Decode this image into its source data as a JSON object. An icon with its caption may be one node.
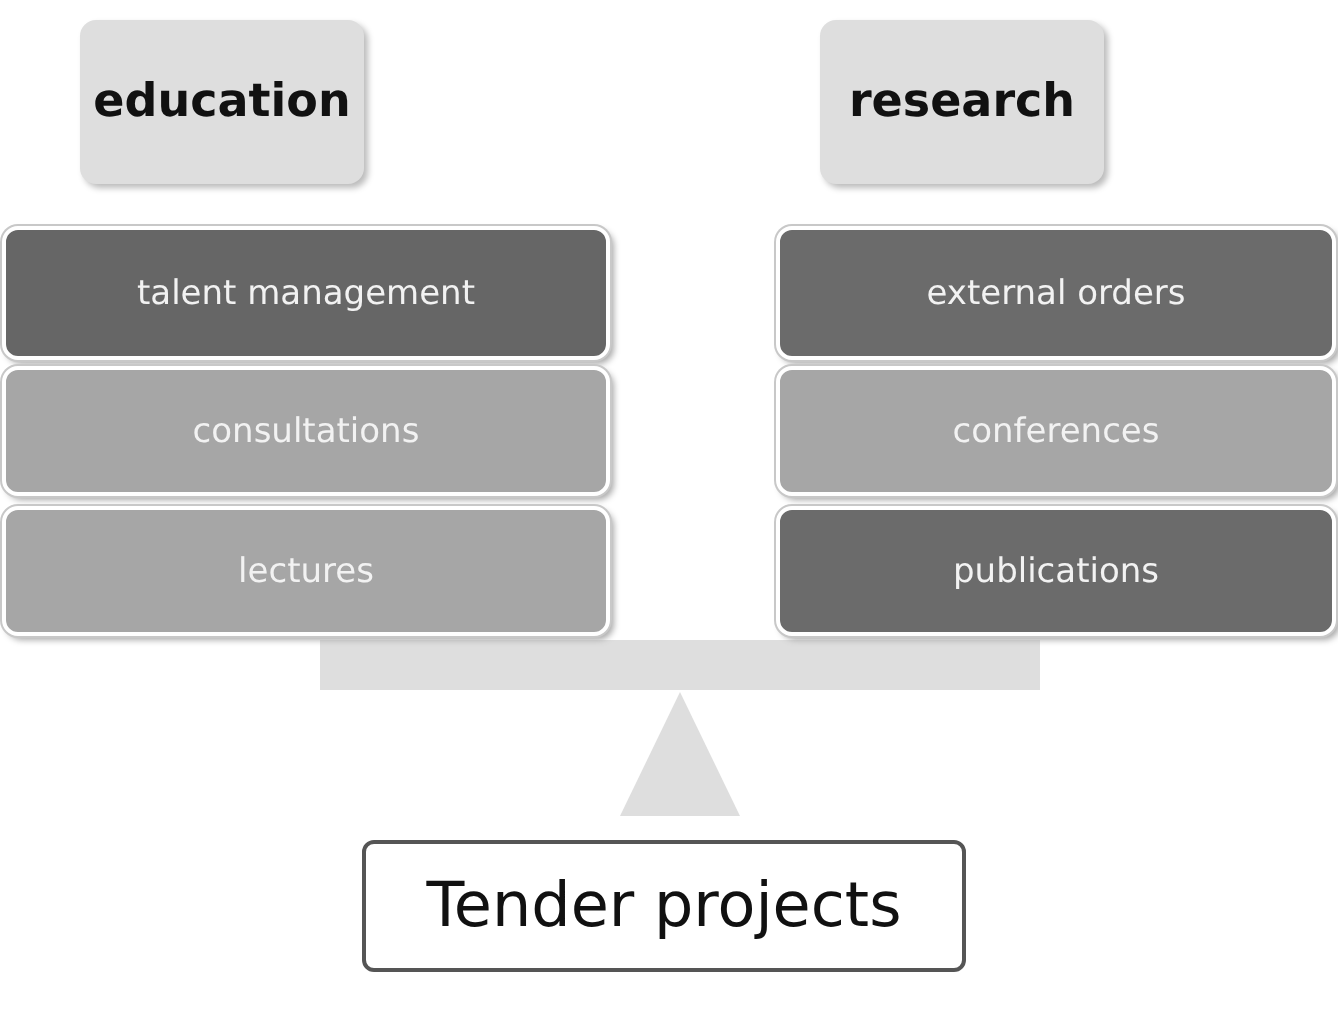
{
  "diagram": {
    "nodes": [
      {
        "text": [
          "education"
        ]
      },
      {
        "text": [
          "research"
        ]
      },
      {
        "text": [
          "talent management"
        ]
      },
      {
        "text": [
          "consultations"
        ]
      },
      {
        "text": [
          "lectures"
        ]
      },
      {
        "text": [
          "external orders"
        ]
      },
      {
        "text": [
          "conferences"
        ]
      },
      {
        "text": [
          "publications"
        ]
      },
      {
        "text": [
          "Tender projects"
        ]
      }
    ]
  }
}
